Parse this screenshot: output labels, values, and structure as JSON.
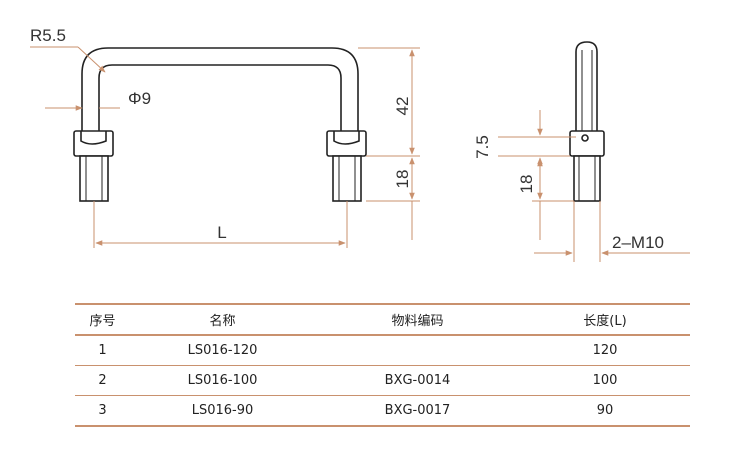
{
  "dimensions": {
    "radius": "R5.5",
    "diameter": "Φ9",
    "height": "42",
    "thread_length_front": "18",
    "length": "L",
    "side_offset": "7.5",
    "thread_length_side": "18",
    "thread_spec": "2–M10"
  },
  "colors": {
    "dimension_line": "#c9916e",
    "outline": "#222222"
  },
  "table": {
    "headers": [
      "序号",
      "名称",
      "物料编码",
      "长度(L)"
    ],
    "rows": [
      {
        "no": "1",
        "name": "LS016-120",
        "code": "",
        "length": "120"
      },
      {
        "no": "2",
        "name": "LS016-100",
        "code": "BXG-0014",
        "length": "100"
      },
      {
        "no": "3",
        "name": "LS016-90",
        "code": "BXG-0017",
        "length": "90"
      }
    ]
  }
}
